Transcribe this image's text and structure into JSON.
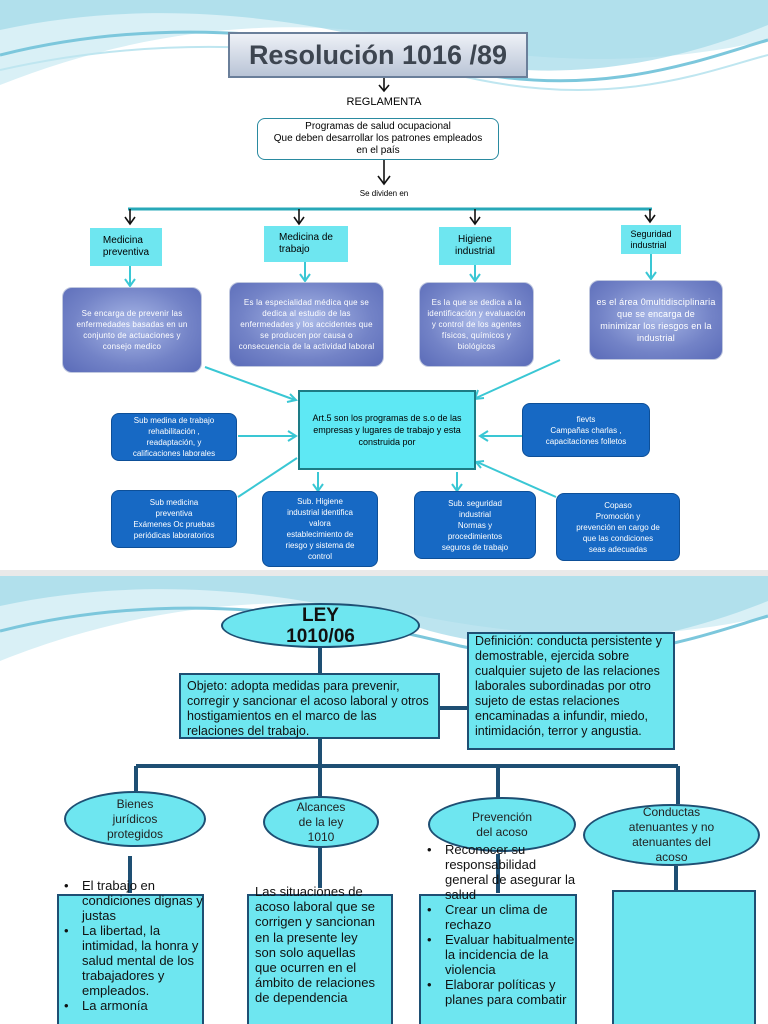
{
  "slide1": {
    "title": "Resolución 1016 /89",
    "reglamenta": "REGLAMENTA",
    "programas": "Programas de salud ocupacional\nQue deben desarrollar los patrones empleados\nen el país",
    "se_dividen": "Se dividen en",
    "categories": [
      {
        "label": "Medicina\npreventiva",
        "desc": "Se encarga de prevenir las enfermedades basadas en un conjunto de actuaciones y consejo medico"
      },
      {
        "label": "Medicina de\ntrabajo",
        "desc": "Es la especialidad médica que se dedica al estudio de las enfermedades y los accidentes que se producen por causa o consecuencia de la actividad laboral"
      },
      {
        "label": "Higiene\nindustrial",
        "desc": "Es la que se dedica a la identificación y evaluación y control de los agentes físicos, químicos y biológicos"
      },
      {
        "label": "Seguridad\nindustrial",
        "desc": "es el área 0multidisciplinaria que se encarga de minimizar los riesgos en la industrial"
      }
    ],
    "center": "Art.5 son los programas de s.o de las empresas y lugares de trabajo y esta construida por",
    "sub_boxes": {
      "left_top": "Sub medina de trabajo\nrehabilitación ,\nreadaptación, y\ncalificaciones laborales",
      "right_top": "fievts\nCampañas charlas ,\ncapacitaciones folletos",
      "b1": "Sub medicina\npreventiva\nExámenes  Oc pruebas\nperiódicas  laboratorios",
      "b2": "Sub. Higiene\nindustrial identifica\nvalora\nestablecimiento de\nriesgo y sistema de\ncontrol",
      "b3": "Sub. seguridad\nindustrial\nNormas y\nprocedimientos\nseguros de trabajo",
      "b4": "Copaso\nPromoción y\nprevención en cargo de\nque las condiciones\nseas adecuadas"
    }
  },
  "slide2": {
    "title": "LEY\n1010/06",
    "objeto": "Objeto: adopta medidas para prevenir, corregir y sancionar  el acoso laboral y otros hostigamientos en el marco de las relaciones del trabajo.",
    "definicion": "Definición: conducta persistente y demostrable, ejercida sobre cualquier sujeto de las relaciones laborales subordinadas por otro sujeto de estas relaciones encaminadas a infundir, miedo, intimidación, terror y angustia.",
    "nodes": [
      {
        "label": "Bienes\njurídicos\nprotegidos"
      },
      {
        "label": "Alcances\nde la ley\n1010"
      },
      {
        "label": "Prevención\ndel acoso"
      },
      {
        "label": "Conductas\natenuantes y no\natenuantes  del\nacoso"
      }
    ],
    "bienes_items": [
      "El trabajo en condiciones dignas y justas",
      "La libertad, la intimidad,  la honra y salud mental de los trabajadores y empleados.",
      "La armonía"
    ],
    "alcances_text": "Las situaciones de acoso laboral que se corrigen y sancionan en la presente ley son solo aquellas que ocurren en el ámbito de relaciones de dependencia",
    "prevencion_items": [
      "Reconocer su responsabilidad general de asegurar la salud",
      "Crear un clima de rechazo",
      "Evaluar habitualmente la incidencia de la violencia",
      "Elaborar políticas y planes para combatir"
    ]
  }
}
